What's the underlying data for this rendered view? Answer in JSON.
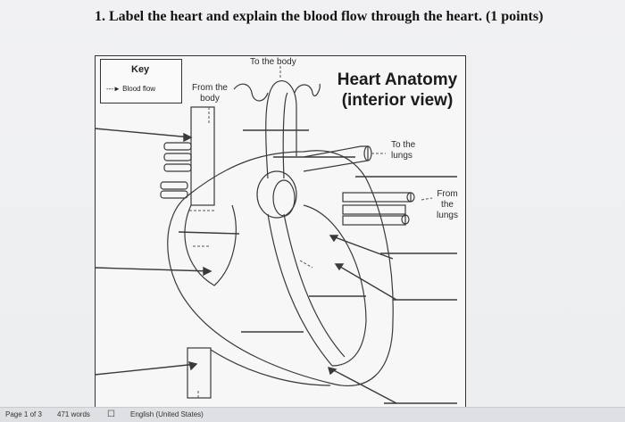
{
  "question": {
    "number": "1.",
    "text": "Label the heart and explain the blood flow through the heart. (1 points)"
  },
  "key": {
    "title": "Key",
    "entry": "Blood flow"
  },
  "diagram": {
    "title_line1": "Heart Anatomy",
    "title_line2": "(interior view)",
    "labels": {
      "to_body": "To the body",
      "from_body_line1": "From the",
      "from_body_line2": "body",
      "to_lungs_line1": "To the",
      "to_lungs_line2": "lungs",
      "from_lungs_line1": "From",
      "from_lungs_line2": "the",
      "from_lungs_line3": "lungs"
    }
  },
  "status_bar": {
    "page": "Page 1 of 3",
    "words": "471 words",
    "language": "English (United States)",
    "proofing_icon": "proofing-icon"
  },
  "colors": {
    "stroke": "#3a3a3a",
    "page_bg": "#eceef0",
    "status_bg": "#dfe0e3"
  }
}
